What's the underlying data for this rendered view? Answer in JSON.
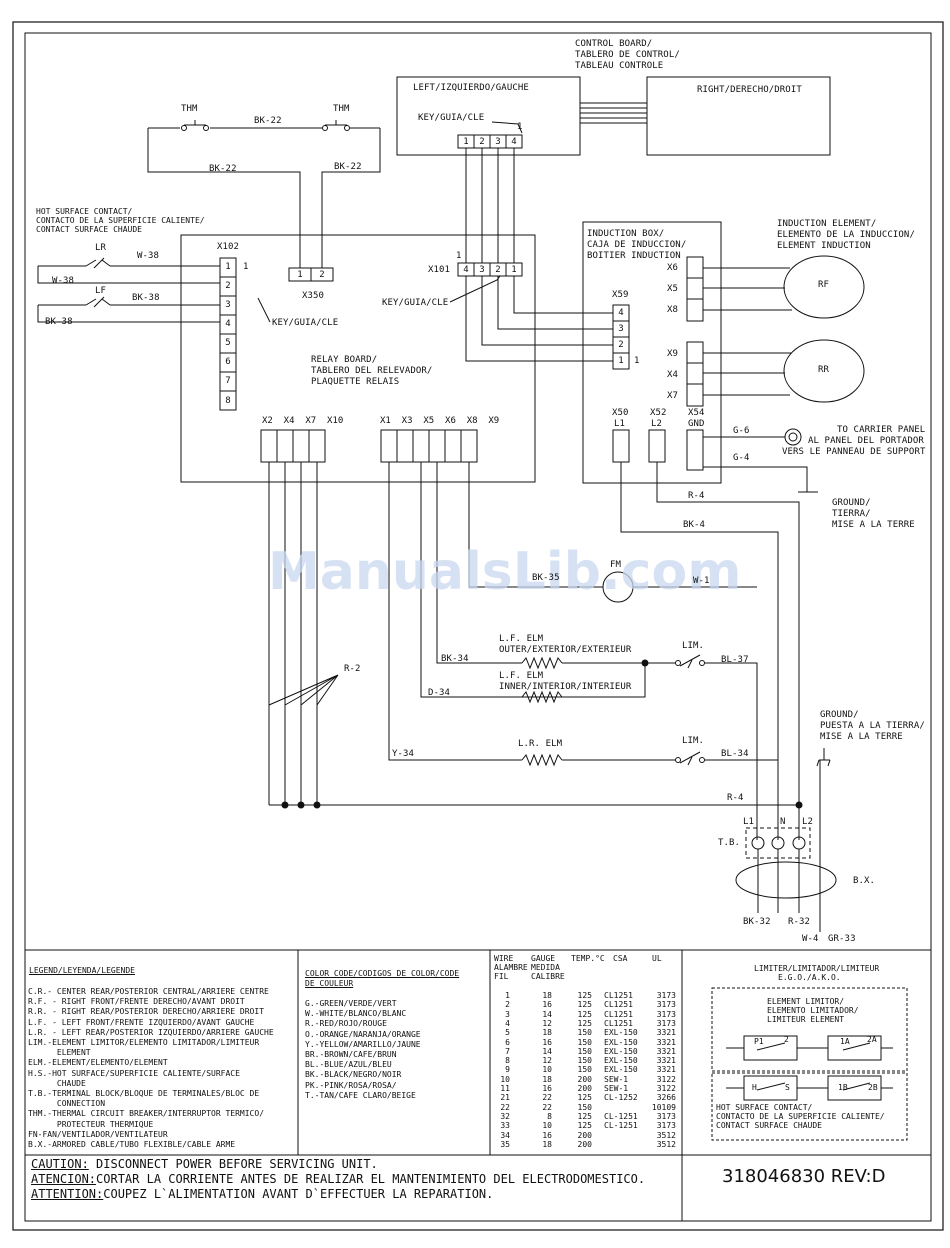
{
  "watermark": "ManualsLib.com",
  "control_board": {
    "title": [
      "CONTROL BOARD/",
      "TABLERO DE CONTROL/",
      "TABLEAU CONTROLE"
    ],
    "left": "LEFT/IZQUIERDO/GAUCHE",
    "right": "RIGHT/DERECHO/DROIT",
    "key": "KEY/GUIA/CLE",
    "pins": [
      "1",
      "2",
      "3",
      "4"
    ],
    "pin_one": "1"
  },
  "thermal": {
    "thm": "THM",
    "wires": [
      "BK-22",
      "BK-22",
      "BK-22"
    ]
  },
  "hot_surface": {
    "lines": [
      "HOT SURFACE CONTACT/",
      "CONTACTO DE LA SUPERFICIE CALIENTE/",
      "CONTACT SURFACE CHAUDE"
    ]
  },
  "switches": {
    "lr": "LR",
    "lf": "LF",
    "w38a": "W-38",
    "w38b": "W-38",
    "bk38a": "BK-38",
    "bk38b": "BK-38"
  },
  "relay_board": {
    "x102": "X102",
    "x102_pins": [
      "1",
      "2",
      "3",
      "4",
      "5",
      "6",
      "7",
      "8"
    ],
    "pin_one": "1",
    "key": "KEY/GUIA/CLE",
    "x350": "X350",
    "x350_pins": [
      "1",
      "2"
    ],
    "x101": "X101",
    "x101_pins": [
      "4",
      "3",
      "2",
      "1"
    ],
    "x101_one": "1",
    "key2": "KEY/GUIA/CLE",
    "title": [
      "RELAY BOARD/",
      "TABLERO DEL RELEVADOR/",
      "PLAQUETTE RELAIS"
    ],
    "left_conn": "X2  X4  X7  X10",
    "right_conn": "X1  X3  X5  X6  X8  X9"
  },
  "induction_box": {
    "title": [
      "INDUCTION BOX/",
      "CAJA DE INDUCCION/",
      "BOITIER INDUCTION"
    ],
    "x6": "X6",
    "x5": "X5",
    "x8": "X8",
    "x9": "X9",
    "x4": "X4",
    "x7": "X7",
    "x59": "X59",
    "x59_pins": [
      "4",
      "3",
      "2",
      "1"
    ],
    "x59_one": "1",
    "x50": "X50",
    "l1": "L1",
    "x52": "X52",
    "l2": "L2",
    "x54": "X54",
    "gnd": "GND"
  },
  "induction_element": {
    "title": [
      "INDUCTION ELEMENT/",
      "ELEMENTO DE LA INDUCCION/",
      "ELEMENT INDUCTION"
    ],
    "rf": "RF",
    "rr": "RR"
  },
  "carrier": {
    "g6": "G-6",
    "g4": "G-4",
    "lines": [
      "TO CARRIER PANEL",
      "AL PANEL DEL PORTADOR",
      "VERS LE PANNEAU DE SUPPORT"
    ]
  },
  "ground1": [
    "GROUND/",
    "TIERRA/",
    "MISE A LA TERRE"
  ],
  "ground2": [
    "GROUND/",
    "PUESTA A LA TIERRA/",
    "MISE A LA TERRE"
  ],
  "wiring": {
    "r4a": "R-4",
    "bk4": "BK-4",
    "fm": "FM",
    "bk35": "BK-35",
    "w1": "W-1",
    "lf_elm": "L.F. ELM",
    "lf_outer": "OUTER/EXTERIOR/EXTERIEUR",
    "lf_inner": "INNER/INTERIOR/INTERIEUR",
    "bk34a": "BK-34",
    "d34": "D-34",
    "lim1": "LIM.",
    "bl37": "BL-37",
    "lr_elm": "L.R. ELM",
    "y34": "Y-34",
    "lim2": "LIM.",
    "bl34": "BL-34",
    "r2": "R-2",
    "r4b": "R-4",
    "tb_l1": "L1",
    "tb_n": "N",
    "tb_l2": "L2",
    "tb": "T.B.",
    "bx": "B.X.",
    "bk32": "BK-32",
    "r32": "R-32",
    "w4": "W-4",
    "gr33": "GR-33"
  },
  "legend": {
    "title": "LEGEND/LEYENDA/LEGENDE",
    "items": [
      "C.R.- CENTER REAR/POSTERIOR CENTRAL/ARRIERE CENTRE",
      "R.F. - RIGHT FRONT/FRENTE DERECHO/AVANT DROIT",
      "R.R. - RIGHT REAR/POSTERIOR DERECHO/ARRIERE DROIT",
      "L.F. - LEFT FRONT/FRENTE IZQUIERDO/AVANT GAUCHE",
      "L.R. - LEFT REAR/POSTERIOR IZQUIERDO/ARRIERE GAUCHE",
      "LIM.-ELEMENT LIMITOR/ELEMENTO LIMITADOR/LIMITEUR",
      "      ELEMENT",
      "ELM.-ELEMENT/ELEMENTO/ELEMENT",
      "H.S.-HOT SURFACE/SUPERFICIE CALIENTE/SURFACE",
      "      CHAUDE",
      "T.B.-TERMINAL BLOCK/BLOQUE DE TERMINALES/BLOC DE",
      "      CONNECTION",
      "THM.-THERMAL CIRCUIT BREAKER/INTERRUPTOR TERMICO/",
      "      PROTECTEUR THERMIQUE",
      "FN-FAN/VENTILADOR/VENTILATEUR",
      "B.X.-ARMORED CABLE/TUBO FLEXIBLE/CABLE ARME"
    ]
  },
  "color_code": {
    "title": [
      "COLOR CODE/CODIGOS DE COLOR/CODE",
      "DE COULEUR"
    ],
    "items": [
      "G.-GREEN/VERDE/VERT",
      "W.-WHITE/BLANCO/BLANC",
      "R.-RED/ROJO/ROUGE",
      "O.-ORANGE/NARANJA/ORANGE",
      "Y.-YELLOW/AMARILLO/JAUNE",
      "BR.-BROWN/CAFE/BRUN",
      "BL.-BLUE/AZUL/BLEU",
      "BK.-BLACK/NEGRO/NOIR",
      "PK.-PINK/ROSA/ROSA/",
      "T.-TAN/CAFE CLARO/BEIGE"
    ]
  },
  "wire_table": {
    "headers": {
      "wire": [
        "WIRE",
        "ALAMBRE",
        "FIL"
      ],
      "gauge": [
        "GAUGE",
        "MEDIDA",
        "CALIBRE"
      ],
      "temp": "TEMP.°C",
      "csa": "CSA",
      "ul": "UL"
    },
    "rows": [
      [
        "1",
        "18",
        "125",
        "CL1251",
        "3173"
      ],
      [
        "2",
        "16",
        "125",
        "CL1251",
        "3173"
      ],
      [
        "3",
        "14",
        "125",
        "CL1251",
        "3173"
      ],
      [
        "4",
        "12",
        "125",
        "CL1251",
        "3173"
      ],
      [
        "5",
        "18",
        "150",
        "EXL-150",
        "3321"
      ],
      [
        "6",
        "16",
        "150",
        "EXL-150",
        "3321"
      ],
      [
        "7",
        "14",
        "150",
        "EXL-150",
        "3321"
      ],
      [
        "8",
        "12",
        "150",
        "EXL-150",
        "3321"
      ],
      [
        "9",
        "10",
        "150",
        "EXL-150",
        "3321"
      ],
      [
        "10",
        "18",
        "200",
        "SEW-1",
        "3122"
      ],
      [
        "11",
        "16",
        "200",
        "SEW-1",
        "3122"
      ],
      [
        "21",
        "22",
        "125",
        "CL-1252",
        "3266"
      ],
      [
        "22",
        "22",
        "150",
        "",
        "10109"
      ],
      [
        "32",
        "8",
        "125",
        "CL-1251",
        "3173"
      ],
      [
        "33",
        "10",
        "125",
        "CL-1251",
        "3173"
      ],
      [
        "34",
        "16",
        "200",
        "",
        "3512"
      ],
      [
        "35",
        "18",
        "200",
        "",
        "3512"
      ]
    ]
  },
  "limiter": {
    "title": [
      "LIMITER/LIMITADOR/LIMITEUR",
      "E.G.O./A.K.O."
    ],
    "element": [
      "ELEMENT LIMITOR/",
      "ELEMENTO LIMITADOR/",
      "LIMITEUR ELEMENT"
    ],
    "p1": "P1",
    "p2": "2",
    "p1a": "1A",
    "p2a": "2A",
    "h": "H",
    "s": "S",
    "p1b": "1B",
    "p2b": "2B",
    "hot": [
      "HOT SURFACE CONTACT/",
      "CONTACTO DE LA SUPERFICIE CALIENTE/",
      "CONTACT SURFACE CHAUDE"
    ]
  },
  "caution": [
    {
      "label": "CAUTION:",
      "text": " DISCONNECT POWER BEFORE SERVICING UNIT."
    },
    {
      "label": "ATENCION:",
      "text": "CORTAR LA CORRIENTE ANTES DE REALIZAR EL MANTENIMIENTO DEL ELECTRODOMESTICO."
    },
    {
      "label": "ATTENTION:",
      "text": "COUPEZ L`ALIMENTATION AVANT D`EFFECTUER LA REPARATION."
    }
  ],
  "part_number": "318046830 REV:D"
}
